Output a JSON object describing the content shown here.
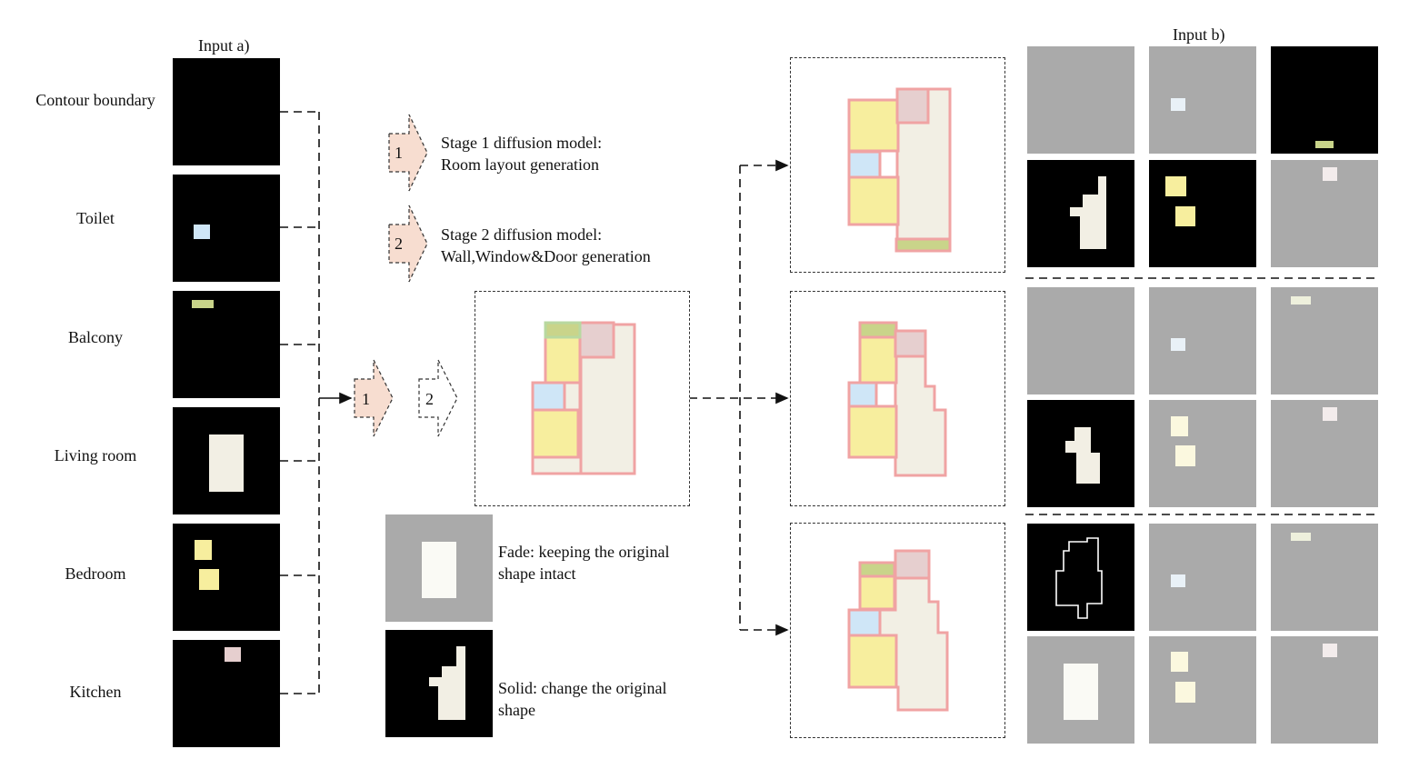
{
  "input_a": {
    "title": "Input a)",
    "rows": [
      {
        "label": "Contour boundary"
      },
      {
        "label": "Toilet"
      },
      {
        "label": "Balcony"
      },
      {
        "label": "Living room"
      },
      {
        "label": "Bedroom"
      },
      {
        "label": "Kitchen"
      }
    ]
  },
  "input_b": {
    "title": "Input b)"
  },
  "legend": {
    "stage1_number": "1",
    "stage1_line1": "Stage 1 diffusion model:",
    "stage1_line2": "Room layout generation",
    "stage2_number": "2",
    "stage2_line1": "Stage 2 diffusion model:",
    "stage2_line2": "Wall,Window&Door generation"
  },
  "flow": {
    "arrow1": "1",
    "arrow2": "2"
  },
  "modes": {
    "fade_line1": "Fade: keeping the original",
    "fade_line2": "shape intact",
    "solid_line1": "Solid: change the original",
    "solid_line2": "shape"
  },
  "colors": {
    "toilet": "#cfe6f7",
    "balcony": "#c9d48a",
    "living": "#f2efe4",
    "bedroom": "#f7ee9e",
    "kitchen": "#e6cfcf",
    "wall": "#f0a3a3",
    "fade_bg": "#aaaaaa",
    "solid_bg": "#000000"
  }
}
